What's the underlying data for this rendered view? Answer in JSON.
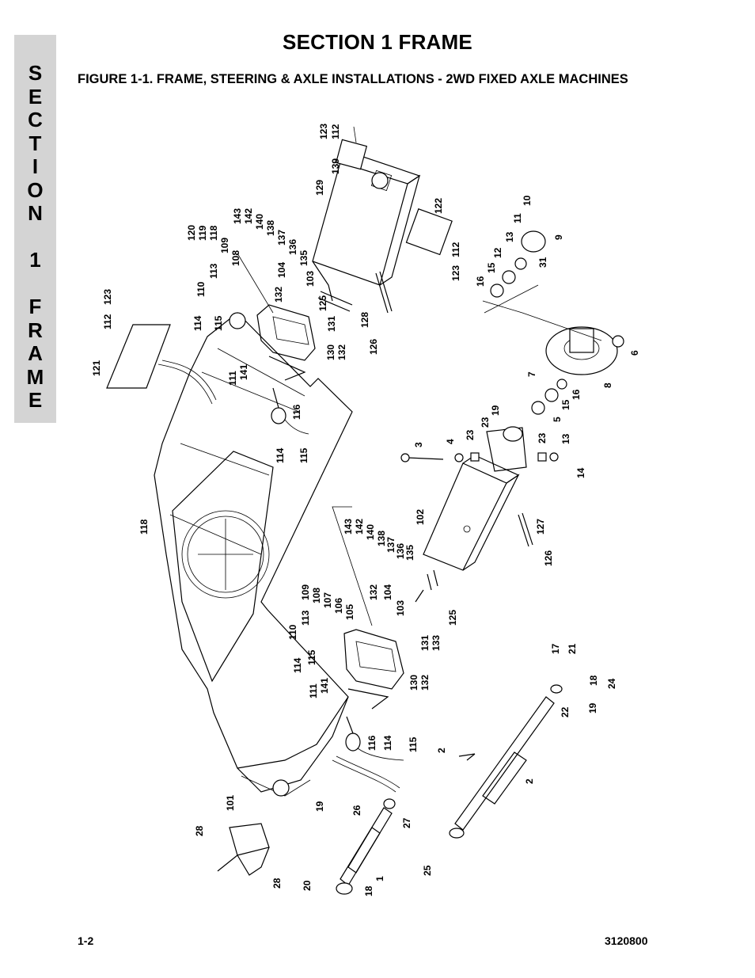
{
  "side_tab": {
    "letters": [
      "S",
      "E",
      "C",
      "T",
      "I",
      "O",
      "N",
      "",
      "1",
      "",
      "F",
      "R",
      "A",
      "M",
      "E"
    ]
  },
  "section_title": "SECTION 1  FRAME",
  "figure_caption": "FIGURE 1-1.    FRAME, STEERING & AXLE INSTALLATIONS - 2WD FIXED AXLE MACHINES",
  "footer": {
    "page_number": "1-2",
    "document_number": "3120800"
  },
  "callouts": {
    "c123a": "123",
    "c112a": "112",
    "c139": "139",
    "c129": "129",
    "c122": "122",
    "c112b": "112",
    "c123b": "123",
    "c10": "10",
    "c11": "11",
    "c9": "9",
    "c13a": "13",
    "c12": "12",
    "c31": "31",
    "c15a": "15",
    "c16a": "16",
    "c120": "120",
    "c119": "119",
    "c118a": "118",
    "c109a": "109",
    "c108a": "108",
    "c143a": "143",
    "c142a": "142",
    "c140a": "140",
    "c138a": "138",
    "c137a": "137",
    "c136a": "136",
    "c135a": "135",
    "c104a": "104",
    "c103a": "103",
    "c132a": "132",
    "c113a": "113",
    "c110a": "110",
    "c114a": "114",
    "c115a": "115",
    "c123c": "123",
    "c112c": "112",
    "c121": "121",
    "c125a": "125",
    "c128": "128",
    "c126a": "126",
    "c131a": "131",
    "c130a": "130",
    "c132b": "132",
    "c111a": "111",
    "c141a": "141",
    "c116a": "116",
    "c114b": "114",
    "c115b": "115",
    "c6": "6",
    "c7": "7",
    "c8": "8",
    "c16b": "16",
    "c15b": "15",
    "c5": "5",
    "c19a": "19",
    "c23a": "23",
    "c23b": "23",
    "c23c": "23",
    "c13b": "13",
    "c14": "14",
    "c3": "3",
    "c4": "4",
    "c118b": "118",
    "c102": "102",
    "c127": "127",
    "c126b": "126",
    "c143b": "143",
    "c142b": "142",
    "c140b": "140",
    "c138b": "138",
    "c137b": "137",
    "c136b": "136",
    "c135b": "135",
    "c125b": "125",
    "c132c": "132",
    "c104b": "104",
    "c103b": "103",
    "c109b": "109",
    "c108b": "108",
    "c107": "107",
    "c106": "106",
    "c105": "105",
    "c113b": "113",
    "c110b": "110",
    "c114c": "114",
    "c115c": "115",
    "c111b": "111",
    "c141b": "141",
    "c131b": "131",
    "c133": "133",
    "c130b": "130",
    "c132d": "132",
    "c17": "17",
    "c21": "21",
    "c18a": "18",
    "c24": "24",
    "c22": "22",
    "c19b": "19",
    "c116b": "116",
    "c114d": "114",
    "c115d": "115",
    "c2a": "2",
    "c2b": "2",
    "c101": "101",
    "c19c": "19",
    "c26": "26",
    "c27": "27",
    "c28a": "28",
    "c28b": "28",
    "c25": "25",
    "c1": "1",
    "c20": "20",
    "c18b": "18"
  }
}
